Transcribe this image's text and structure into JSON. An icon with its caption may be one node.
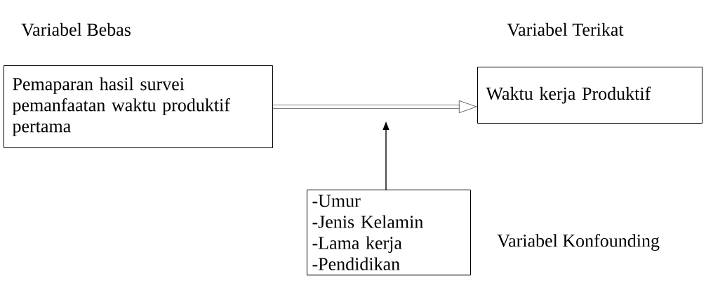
{
  "diagram": {
    "nodes": [
      {
        "text": [
          "Pemaparan hasil survei pemanfaatan waktu produktif pertama"
        ],
        "beside": [
          "Variabel Bebas"
        ]
      },
      {
        "text": [
          "Waktu kerja Produktif"
        ],
        "beside": [
          "Variabel Terikat"
        ]
      },
      {
        "text": [
          "-Umur",
          "-Jenis Kelamin",
          "-Lama kerja",
          "-Pendidikan"
        ],
        "beside": [
          "Variabel Konfounding"
        ]
      }
    ],
    "edges": [
      {
        "from": 0,
        "to": 1,
        "arrow": "to",
        "style": "thick"
      },
      {
        "from": 2,
        "to": null,
        "arrow": "to"
      }
    ]
  }
}
